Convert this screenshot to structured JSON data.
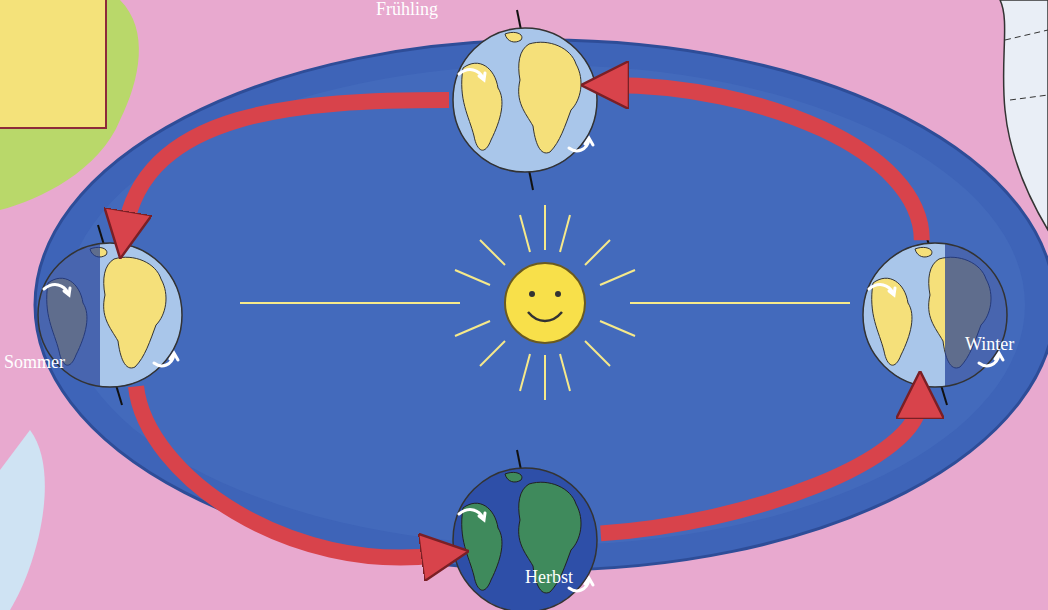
{
  "diagram": {
    "nodes": [
      {
        "text": [
          "Frühling"
        ]
      },
      {
        "text": [
          "Sommer"
        ]
      },
      {
        "text": [
          "Herbst"
        ]
      },
      {
        "text": [
          "Winter"
        ]
      }
    ],
    "edges": [
      {
        "from": 0,
        "to": 1,
        "arrow": "to"
      },
      {
        "from": 1,
        "to": 2,
        "arrow": "to"
      },
      {
        "from": 2,
        "to": 3,
        "arrow": "to"
      },
      {
        "from": 3,
        "to": 0,
        "arrow": "to"
      }
    ]
  }
}
